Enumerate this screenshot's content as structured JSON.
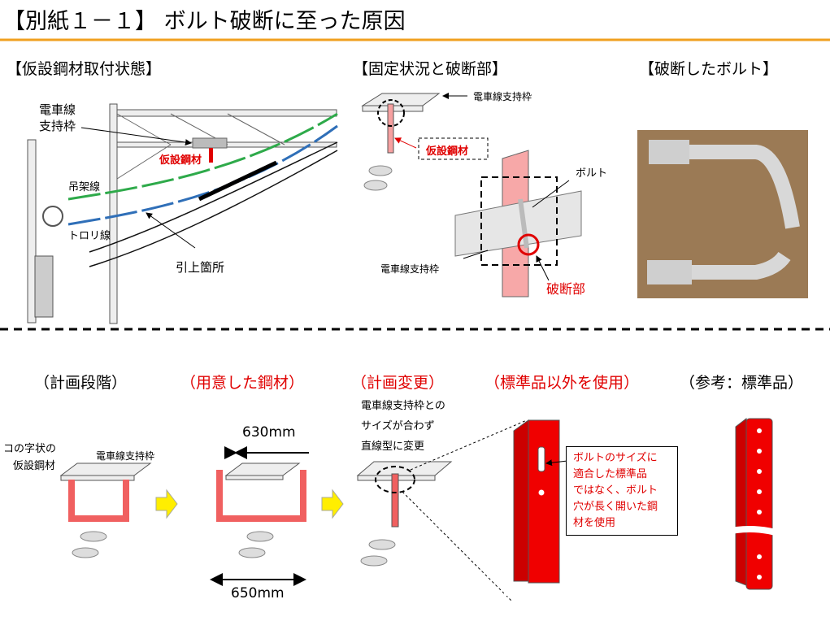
{
  "title": "【別紙１－１】 ボルト破断に至った原因",
  "top": {
    "sec1": {
      "heading": "【仮設鋼材取付状態】",
      "frame_label": "電車線\n支持枠",
      "frame_l1": "電車線",
      "frame_l2": "支持枠",
      "steel": "仮設鋼材",
      "messenger": "吊架線",
      "trolley": "トロリ線",
      "pullup": "引上箇所"
    },
    "sec2": {
      "heading": "【固定状況と破断部】",
      "frame_top": "電車線支持枠",
      "steel": "仮設鋼材",
      "bolt": "ボルト",
      "frame_bottom": "電車線支持枠",
      "break": "破断部"
    },
    "sec3": {
      "heading": "【破断したボルト】"
    }
  },
  "bottom": {
    "plan": {
      "heading": "（計画段階）",
      "steel_l1": "コの字状の",
      "steel_l2": "仮設鋼材",
      "frame": "電車線支持枠"
    },
    "prepared": {
      "heading": "（用意した鋼材）",
      "dim_top": "630mm",
      "dim_bottom": "650mm"
    },
    "change": {
      "heading": "（計画変更）",
      "note_l1": "電車線支持枠との",
      "note_l2": "サイズが合わず",
      "note_l3": "直線型に変更"
    },
    "nonstandard": {
      "heading": "（標準品以外を使用）",
      "callout": [
        "ボルトのサイズに",
        "適合した標準品",
        "ではなく、ボルト",
        "穴が長く開いた鋼",
        "材を使用"
      ]
    },
    "reference": {
      "heading": "（参考：標準品）"
    }
  },
  "colors": {
    "accent": "#f0a020",
    "red": "#e00000",
    "messenger": "#2eaa4a",
    "trolley": "#2f6fb8",
    "arrow": "#ffee00"
  }
}
